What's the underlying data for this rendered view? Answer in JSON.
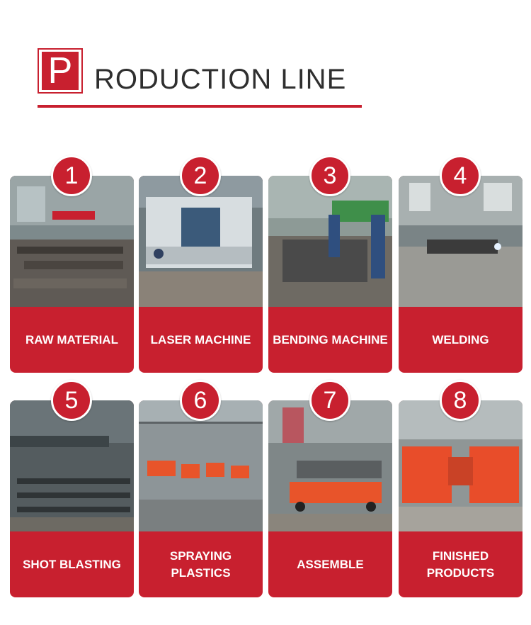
{
  "header": {
    "initial": "P",
    "title_rest": "RODUCTION LINE"
  },
  "steps": [
    {
      "number": "1",
      "label": "RAW MATERIAL"
    },
    {
      "number": "2",
      "label": "LASER MACHINE"
    },
    {
      "number": "3",
      "label": "BENDING MACHINE"
    },
    {
      "number": "4",
      "label": "WELDING"
    },
    {
      "number": "5",
      "label": "SHOT BLASTING"
    },
    {
      "number": "6",
      "label": "SPRAYING PLASTICS"
    },
    {
      "number": "7",
      "label": "ASSEMBLE"
    },
    {
      "number": "8",
      "label": "FINISHED PRODUCTS"
    }
  ],
  "colors": {
    "accent": "#c8202f",
    "title_text": "#2f2f2f"
  }
}
